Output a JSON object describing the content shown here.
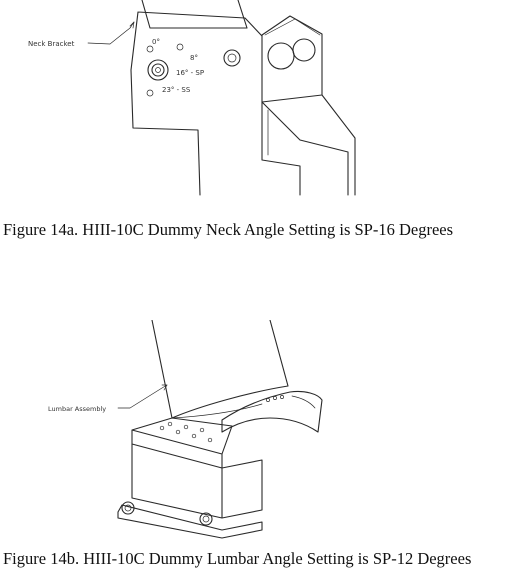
{
  "figure_a": {
    "caption": "Figure 14a. HIII-10C Dummy Neck Angle Setting is SP-16 Degrees",
    "callout": "Neck Bracket",
    "angle_labels": [
      "0°",
      "8°",
      "16° - SP",
      "23° - SS"
    ]
  },
  "figure_b": {
    "caption": "Figure 14b. HIII-10C Dummy Lumbar Angle Setting is SP-12 Degrees",
    "callout": "Lumbar Assembly"
  }
}
